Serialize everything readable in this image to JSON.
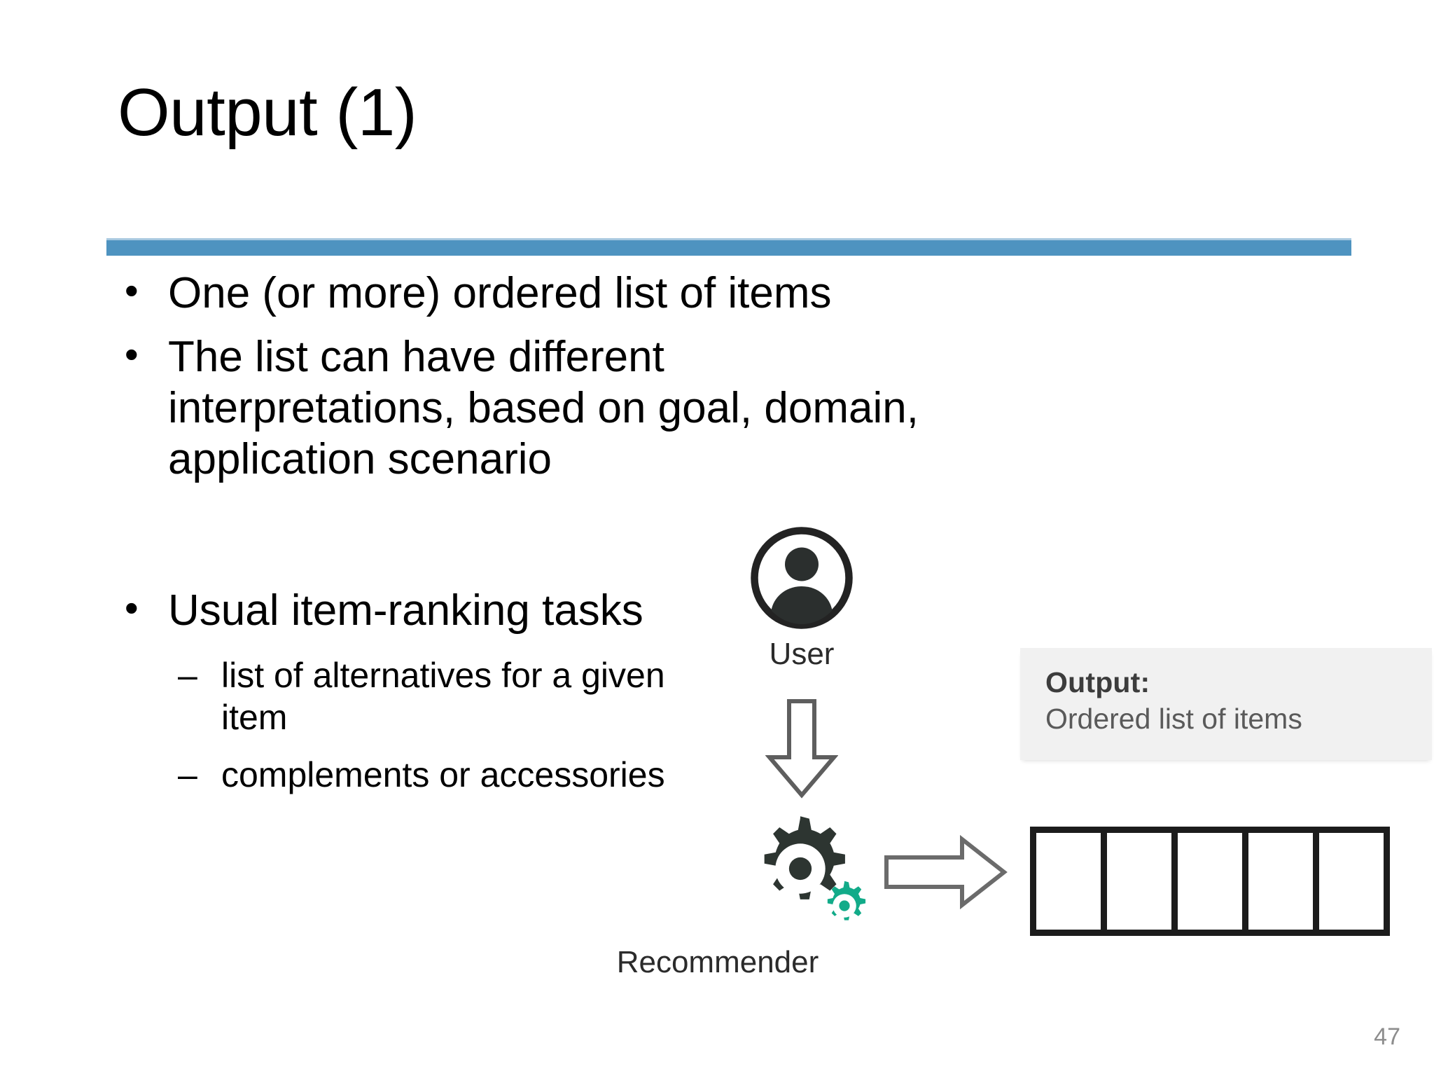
{
  "slide": {
    "title": "Output (1)",
    "page_number": "47",
    "accent_color": "#4e93c0",
    "rule_highlight_color": "#a8c9e0"
  },
  "bullets": [
    {
      "level": 1,
      "text": "One (or more) ordered list of items"
    },
    {
      "level": 1,
      "text": "The list can have different interpretations, based on goal, domain, application scenario"
    },
    {
      "level": 1,
      "text": "Usual item-ranking tasks"
    }
  ],
  "subbullets": [
    {
      "level": 2,
      "text": "list of alternatives for a given item"
    },
    {
      "level": 2,
      "text": "complements or accessories"
    }
  ],
  "diagram": {
    "user_label": "User",
    "recommender_label": "Recommender",
    "gear_dark_color": "#2d3531",
    "gear_teal_color": "#12ab89",
    "arrow_stroke_color": "#6b6b6b",
    "output_panel": {
      "title": "Output:",
      "subtitle": "Ordered list of items",
      "background_color": "#f1f1f1"
    },
    "list_cells": {
      "count": 5,
      "border_color": "#1c1c1c",
      "values": [
        "",
        "",
        "",
        "",
        ""
      ]
    }
  }
}
